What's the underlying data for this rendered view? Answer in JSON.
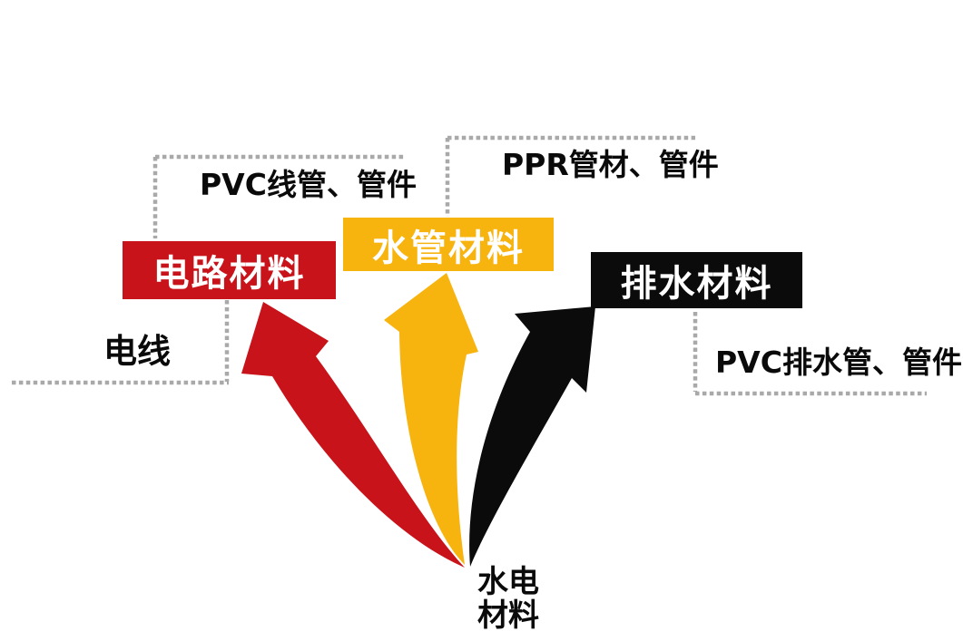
{
  "background": "#ffffff",
  "colors": {
    "dash": "#a9a9a9",
    "note_text": "#0a0a0a",
    "box_text": "#ffffff"
  },
  "source": {
    "label_line1": "水电",
    "label_line2": "材料"
  },
  "categories": [
    {
      "name": "电路材料",
      "color": "#c8131b",
      "note_top": "PVC线管、管件",
      "note_side": "电线"
    },
    {
      "name": "水管材料",
      "color": "#f7b30e",
      "note_top": "PPR管材、管件"
    },
    {
      "name": "排水材料",
      "color": "#0b0b0b",
      "note_side": "PVC排水管、管件"
    }
  ]
}
